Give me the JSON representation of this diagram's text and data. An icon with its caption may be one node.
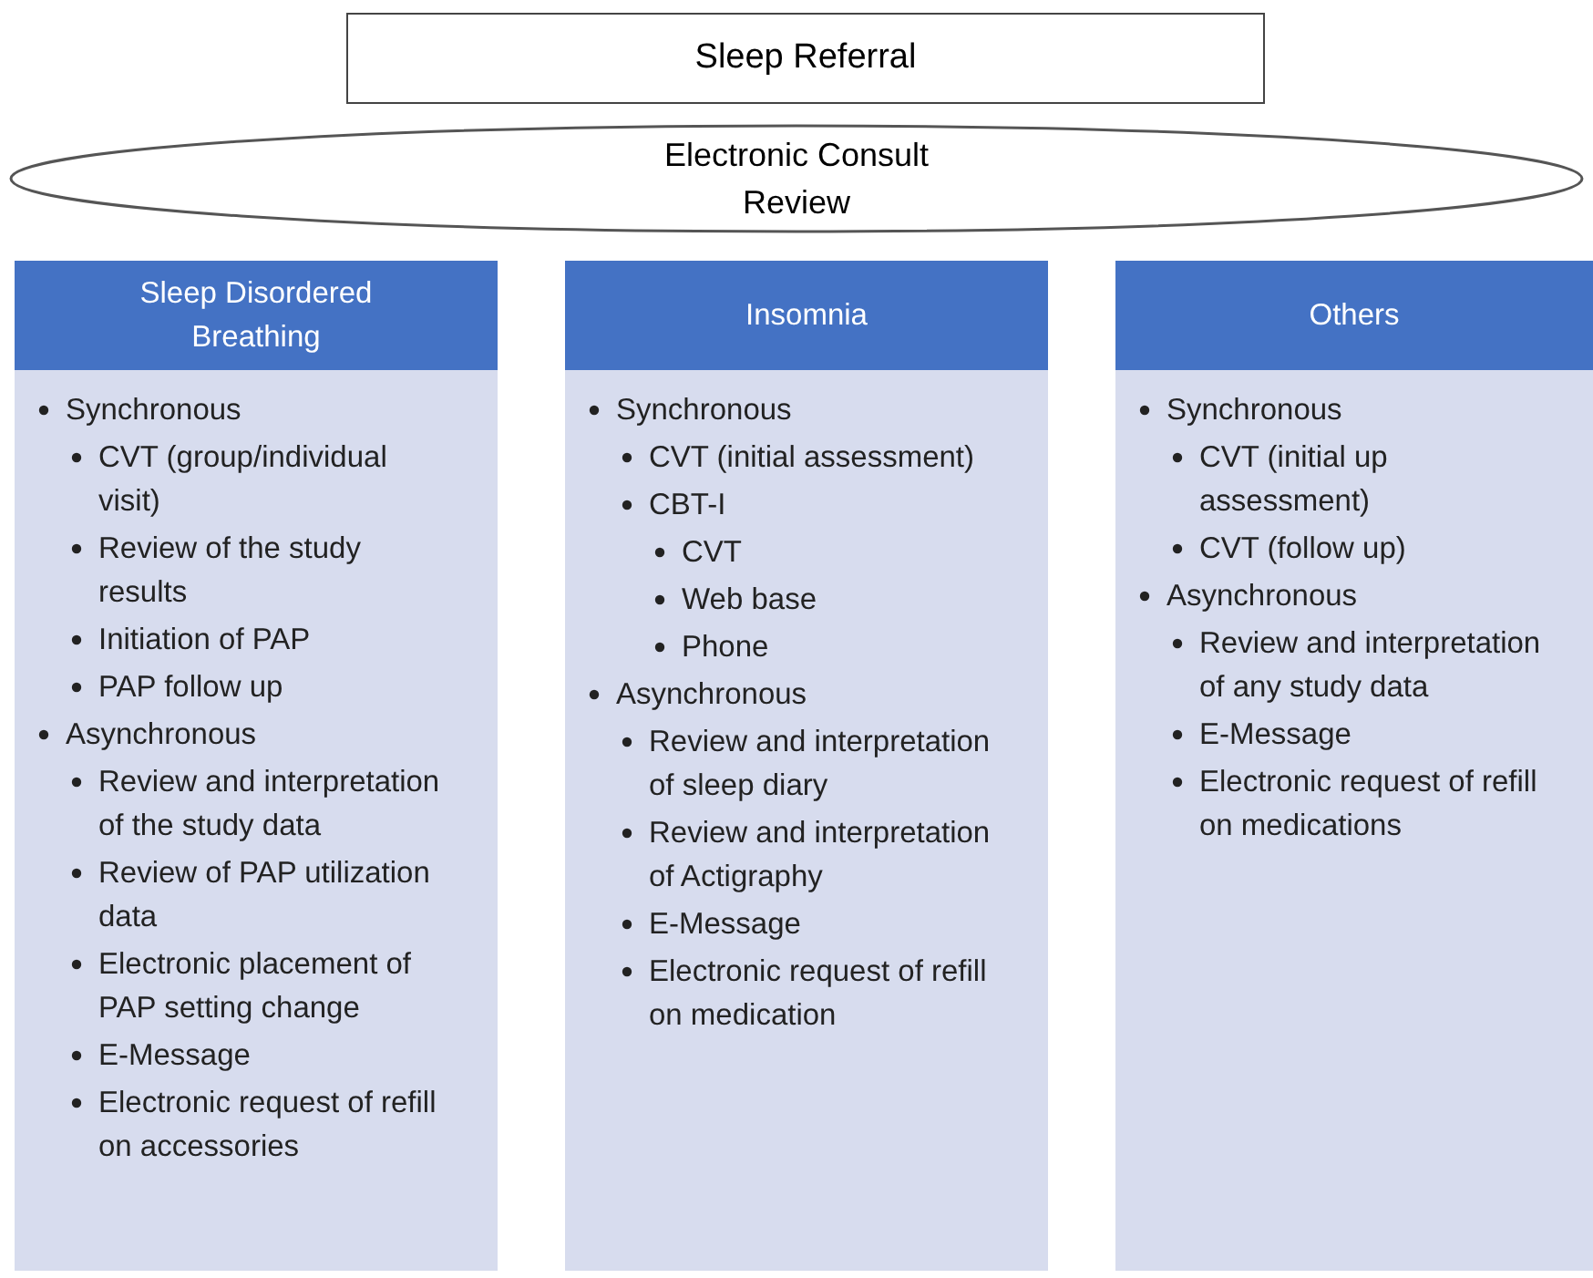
{
  "diagram": {
    "nodes": [
      {
        "text": [
          "Sleep Referral"
        ]
      },
      {
        "text": [
          "Electronic Consult Review"
        ]
      },
      {
        "text": [
          "Sleep Disordered Breathing",
          "Synchronous",
          "CVT (group/individual visit)",
          "Review of the study results",
          "Initiation of PAP",
          "PAP follow up",
          "Asynchronous",
          "Review and interpretation of the study data",
          "Review of PAP utilization data",
          "Electronic placement of PAP setting change",
          "E-Message",
          "Electronic request of refill on accessories"
        ]
      },
      {
        "text": [
          "Insomnia",
          "Synchronous",
          "CVT (initial assessment)",
          "CBT-I",
          "CVT",
          "Web base",
          "Phone",
          "Asynchronous",
          "Review and interpretation of sleep diary",
          "Review and interpretation of Actigraphy",
          "E-Message",
          "Electronic request of refill on medication"
        ]
      },
      {
        "text": [
          "Others",
          "Synchronous",
          "CVT (initial up assessment)",
          "CVT (follow up)",
          "Asynchronous",
          "Review and interpretation of any study data",
          "E-Message",
          "Electronic request of refill on medications"
        ]
      }
    ]
  }
}
